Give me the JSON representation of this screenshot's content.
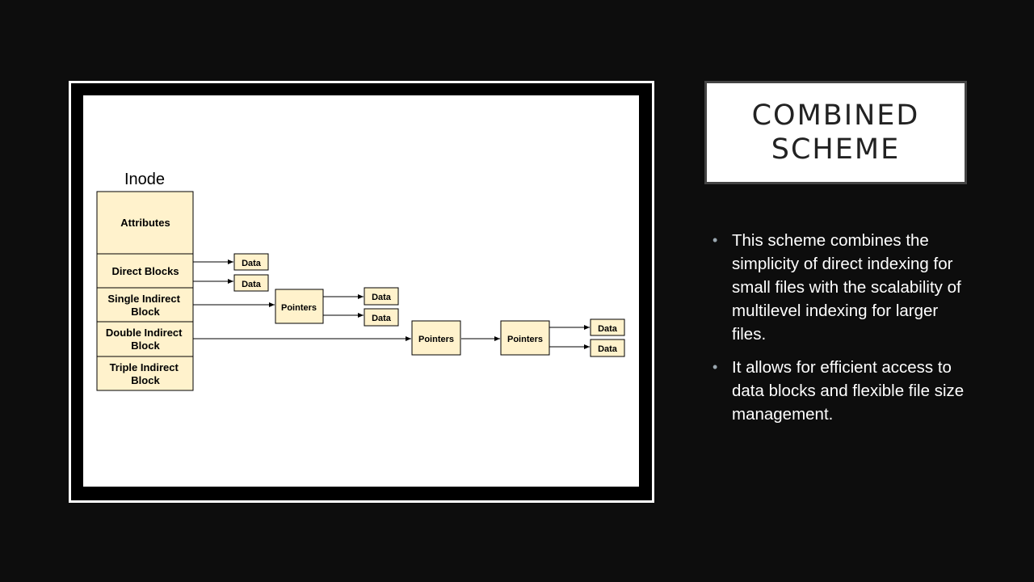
{
  "slide": {
    "title": "COMBINED\nSCHEME",
    "bullets": [
      "This scheme combines the simplicity of direct indexing for small files with the scalability of multilevel indexing for larger files.",
      "It allows for efficient access to data blocks and flexible file size management."
    ],
    "bullet_glyph": "•"
  },
  "diagram": {
    "colors": {
      "box_fill": "#fff2cc",
      "box_stroke": "#000000"
    },
    "inode_label": "Inode",
    "inode_rows": [
      {
        "lines": [
          "Attributes"
        ]
      },
      {
        "lines": [
          "Direct Blocks"
        ]
      },
      {
        "lines": [
          "Single Indirect",
          "Block"
        ]
      },
      {
        "lines": [
          "Double Indirect",
          "Block"
        ]
      },
      {
        "lines": [
          "Triple Indirect",
          "Block"
        ]
      }
    ],
    "data_label": "Data",
    "pointers_label": "Pointers"
  }
}
